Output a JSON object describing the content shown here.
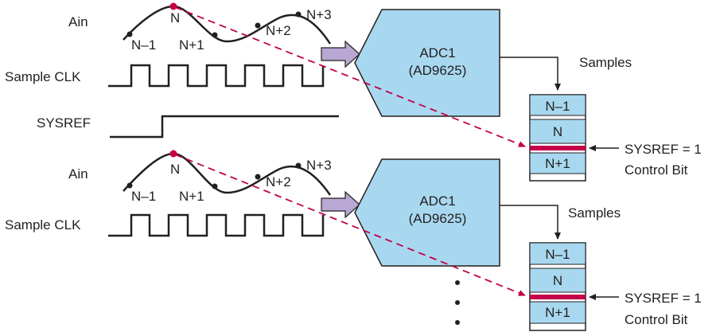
{
  "signals": {
    "ain": "Ain",
    "sample_clk": "Sample CLK",
    "sysref": "SYSREF"
  },
  "samples": {
    "n_minus_1": "N–1",
    "n": "N",
    "n_plus_1": "N+1",
    "n_plus_2": "N+2",
    "n_plus_3": "N+3"
  },
  "adc": {
    "name": "ADC1",
    "part": "(AD9625)"
  },
  "samples_label": "Samples",
  "buffer": {
    "n_minus_1": "N–1",
    "n": "N",
    "n_plus_1": "N+1"
  },
  "sysref_control": {
    "line1": "SYSREF = 1",
    "line2": "Control Bit"
  },
  "colors": {
    "adc_fill": "#a8d8ef",
    "arrow_fill": "#b9a7d4",
    "marker": "#c4004a",
    "dashed": "#c4004a",
    "stroke": "#231f20"
  }
}
